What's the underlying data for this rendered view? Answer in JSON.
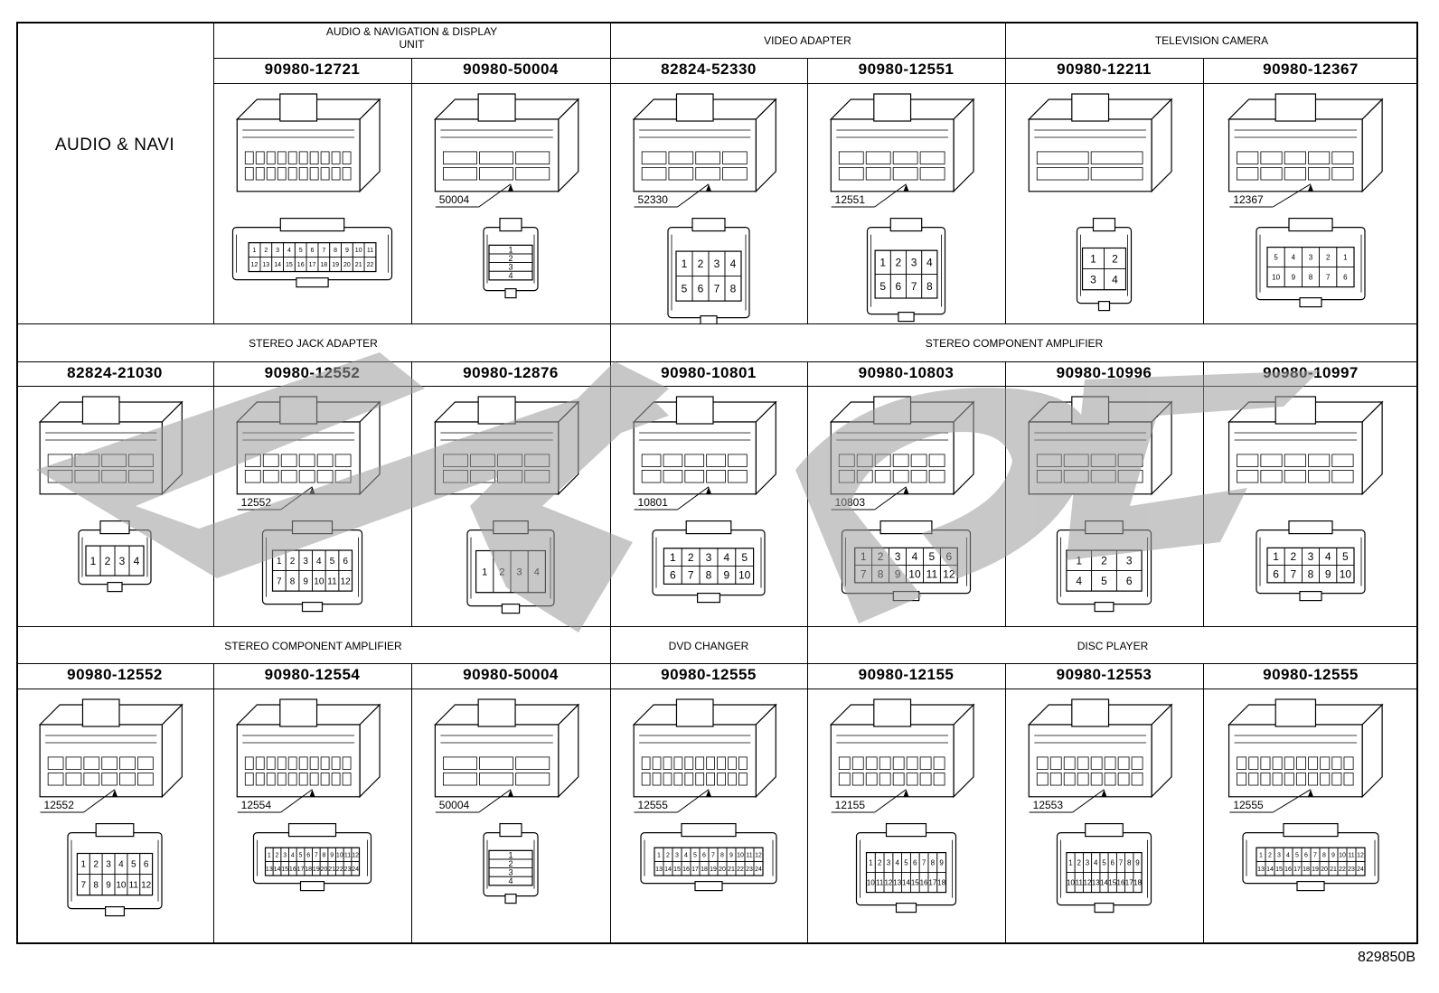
{
  "row_label": "AUDIO & NAVI",
  "drawing_code": "829850B",
  "sections": [
    {
      "title": "AUDIO & NAVIGATION & DISPLAY\nUNIT"
    },
    {
      "title": "VIDEO ADAPTER"
    },
    {
      "title": "TELEVISION CAMERA"
    },
    {
      "title": "STEREO JACK ADAPTER"
    },
    {
      "title": "STEREO COMPONENT AMPLIFIER"
    },
    {
      "title": "STEREO COMPONENT AMPLIFIER"
    },
    {
      "title": "DVD CHANGER"
    },
    {
      "title": "DISC PLAYER"
    }
  ],
  "row1": [
    {
      "part": "90980-12721",
      "callout": ""
    },
    {
      "part": "90980-50004",
      "callout": "50004"
    },
    {
      "part": "82824-52330",
      "callout": "52330"
    },
    {
      "part": "90980-12551",
      "callout": "12551"
    },
    {
      "part": "90980-12211",
      "callout": ""
    },
    {
      "part": "90980-12367",
      "callout": "12367"
    }
  ],
  "row2": [
    {
      "part": "82824-21030",
      "callout": ""
    },
    {
      "part": "90980-12552",
      "callout": "12552"
    },
    {
      "part": "90980-12876",
      "callout": ""
    },
    {
      "part": "90980-10801",
      "callout": "10801"
    },
    {
      "part": "90980-10803",
      "callout": "10803"
    },
    {
      "part": "90980-10996",
      "callout": ""
    },
    {
      "part": "90980-10997",
      "callout": ""
    }
  ],
  "row3": [
    {
      "part": "90980-12552",
      "callout": "12552"
    },
    {
      "part": "90980-12554",
      "callout": "12554"
    },
    {
      "part": "90980-50004",
      "callout": "50004"
    },
    {
      "part": "90980-12555",
      "callout": "12555"
    },
    {
      "part": "90980-12155",
      "callout": "12155"
    },
    {
      "part": "90980-12553",
      "callout": "12553"
    },
    {
      "part": "90980-12555",
      "callout": "12555"
    }
  ],
  "pins": {
    "p1_12721": [
      "1",
      "2",
      "3",
      "4",
      "5",
      "6",
      "7",
      "8",
      "9",
      "10",
      "11",
      "12",
      "13",
      "14",
      "15",
      "16",
      "17",
      "18",
      "19",
      "20",
      "21",
      "22"
    ],
    "p8": [
      "1",
      "2",
      "3",
      "4",
      "5",
      "6",
      "7",
      "8"
    ],
    "p4": [
      "1",
      "2",
      "3",
      "4"
    ],
    "p12367": [
      "5",
      "4",
      "3",
      "2",
      "1",
      "10",
      "9",
      "8",
      "7",
      "6"
    ],
    "p12": [
      "1",
      "2",
      "3",
      "4",
      "5",
      "6",
      "7",
      "8",
      "9",
      "10",
      "11",
      "12"
    ],
    "p10801": [
      "1",
      "2",
      "3",
      "4",
      "5",
      "6",
      "7",
      "8",
      "9",
      "10"
    ],
    "p10996": [
      "1",
      "2",
      "3",
      "4",
      "5",
      "6"
    ],
    "p10997": [
      "1",
      "2",
      "3",
      "4",
      "5",
      "6",
      "7",
      "8",
      "9",
      "10"
    ],
    "p24": [
      "1",
      "2",
      "3",
      "4",
      "5",
      "6",
      "7",
      "8",
      "9",
      "10",
      "11",
      "12",
      "13",
      "14",
      "15",
      "16",
      "17",
      "18",
      "19",
      "20",
      "21",
      "22",
      "23",
      "24"
    ],
    "p12155": [
      "1",
      "2",
      "3",
      "4",
      "5",
      "6",
      "7",
      "8",
      "9",
      "10",
      "11",
      "12",
      "13",
      "14",
      "15",
      "16",
      "17",
      "18"
    ]
  }
}
